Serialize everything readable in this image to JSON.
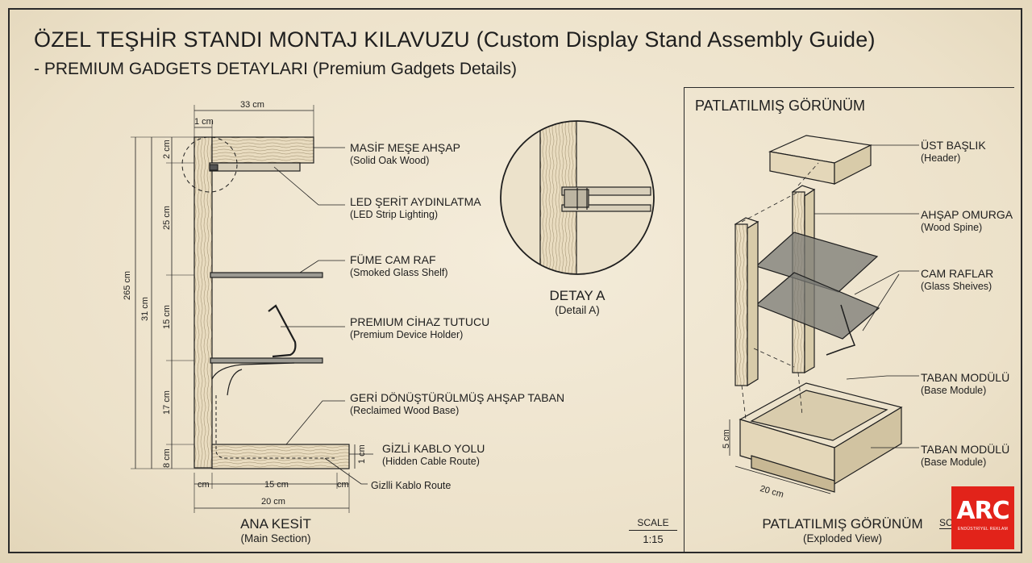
{
  "title": {
    "line1_tr": "ÖZEL TEŞHİR STANDI MONTAJ KILAVUZU",
    "line1_en": "(Custom Display Stand Assembly Guide)",
    "line2_tr": "- PREMIUM GADGETS DETAYLARI",
    "line2_en": "(Premium Gadgets Details)"
  },
  "main_section": {
    "labels": [
      {
        "tr": "MASİF MEŞE AHŞAP",
        "en": "(Solid Oak Wood)"
      },
      {
        "tr": "LED ŞERİT AYDINLATMA",
        "en": "(LED Strip Lighting)"
      },
      {
        "tr": "FÜME CAM RAF",
        "en": "(Smoked Glass Shelf)"
      },
      {
        "tr": "PREMIUM CİHAZ TUTUCU",
        "en": "(Premium Device Holder)"
      },
      {
        "tr": "GERİ DÖNÜŞTÜRÜLMÜŞ AHŞAP TABAN",
        "en": "(Reclaimed Wood Base)"
      },
      {
        "tr": "GİZLİ KABLO YOLU",
        "en": "(Hidden Cable Route)"
      }
    ],
    "extra_label": "Gizlli Kablo Route",
    "dims": {
      "top_width": "33 cm",
      "top_thick": "1 cm",
      "overall_height": "265 cm",
      "inner_height": "31 cm",
      "d_2": "2 cm",
      "d_25": "25 cm",
      "d_15": "15 cm",
      "d_17": "17 cm",
      "d_8": "8 cm",
      "base_thick": "1 cm",
      "bottom_cm_left": "cm",
      "bottom_15": "15 cm",
      "bottom_cm_right": "cm",
      "bottom_20": "20 cm"
    },
    "caption": {
      "tr": "ANA KESİT",
      "en": "(Main Section)"
    },
    "scale_label": "SCALE",
    "scale_value": "1:15"
  },
  "detail": {
    "caption": {
      "tr": "DETAY A",
      "en": "(Detail A)"
    }
  },
  "exploded": {
    "panel_title": "PATLATILMIŞ GÖRÜNÜM",
    "labels": [
      {
        "tr": "ÜST BAŞLIK",
        "en": "(Header)"
      },
      {
        "tr": "AHŞAP OMURGA",
        "en": "(Wood Spine)"
      },
      {
        "tr": "CAM RAFLAR",
        "en": "(Glass Sheives)"
      },
      {
        "tr": "TABAN MODÜLÜ",
        "en": "(Base Module)"
      },
      {
        "tr": "TABAN MODÜLÜ",
        "en": "(Base Module)"
      }
    ],
    "dims": {
      "height": "5 cm",
      "width": "20 cm"
    },
    "caption": {
      "tr": "PATLATILMIŞ GÖRÜNÜM",
      "en": "(Exploded View)"
    },
    "scale_label": "SC"
  },
  "logo": {
    "text": "ARC",
    "tagline": "ENDÜSTRİYEL REKLAM"
  },
  "colors": {
    "paper": "#efe6d2",
    "ink": "#1e1e1e",
    "logo_red": "#e2231a",
    "glass": "#7a7a74"
  }
}
